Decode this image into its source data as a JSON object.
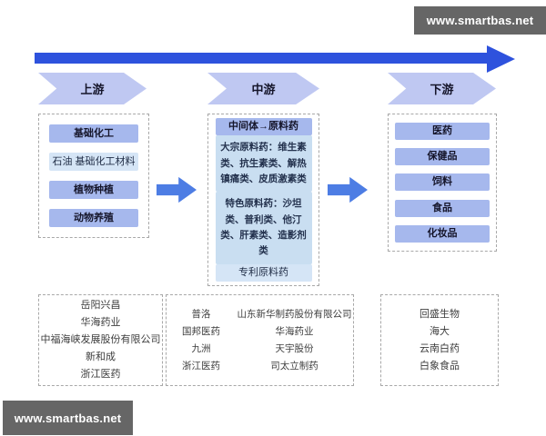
{
  "watermark_top": "www.smartbas.net",
  "watermark_bottom": "www.smartbas.net",
  "stages": {
    "upstream": "上游",
    "midstream": "中游",
    "downstream": "下游"
  },
  "upstream": {
    "items": [
      "基础化工",
      "石油 基础化工材料",
      "植物种植",
      "动物养殖"
    ],
    "companies": [
      "岳阳兴昌",
      "华海药业",
      "中福海峡发展股份有限公司",
      "新和成",
      "浙江医药"
    ]
  },
  "midstream": {
    "header": "中间体→原料药",
    "bulk_api": "大宗原料药：维生素类、抗生素类、解热镇痛类、皮质激素类",
    "specialty_api": "特色原料药：沙坦类、普利类、他汀类、肝素类、造影剂类",
    "patent_api": "专利原料药",
    "companies_left": [
      "普洛",
      "国邦医药",
      "九洲",
      "浙江医药"
    ],
    "companies_right": [
      "山东新华制药股份有限公司",
      "华海药业",
      "天宇股份",
      "司太立制药"
    ]
  },
  "downstream": {
    "items": [
      "医药",
      "保健品",
      "饲料",
      "食品",
      "化妆品"
    ],
    "companies": [
      "回盛生物",
      "海大",
      "云南白药",
      "白象食品"
    ]
  },
  "colors": {
    "main_arrow": "#2e52dd",
    "small_arrow": "#4d7de4",
    "stage_chevron": "#bfc8f2",
    "pill_dark": "#a6b8ed",
    "pill_light": "#d5e5f6",
    "mid_box": "#c9def1",
    "watermark_bg": "#666666"
  }
}
